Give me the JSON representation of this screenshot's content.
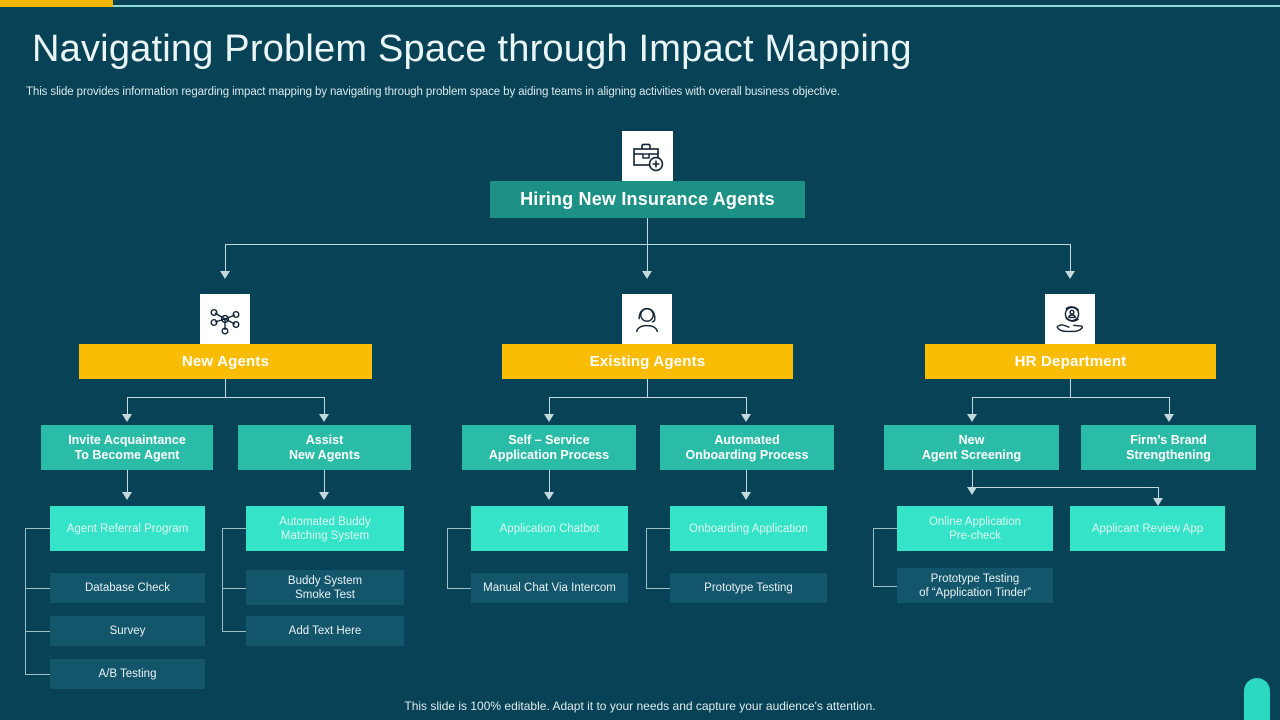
{
  "slide": {
    "title": "Navigating Problem Space through Impact Mapping",
    "subtitle": "This slide provides information regarding impact mapping by navigating through problem space by aiding teams in aligning activities with overall business objective.",
    "footer": "This slide is 100% editable. Adapt it to your needs and capture your audience's attention."
  },
  "colors": {
    "background": "#084257",
    "accent_yellow": "#FBBC04",
    "accent_teal_dark": "#1E9187",
    "accent_teal": "#2BBCA8",
    "accent_teal_bright": "#35E3C8",
    "node_muted": "#13566B",
    "connector": "#C3D9DE",
    "text_light": "#FFFFFF"
  },
  "root": {
    "icon": "briefcase-plus-icon",
    "label": "Hiring New Insurance Agents"
  },
  "branches": [
    {
      "icon": "network-nodes-icon",
      "label": "New Agents",
      "children": [
        {
          "label_line1": "Invite Acquaintance",
          "label_line2": "To Become Agent",
          "leaves": [
            {
              "line1": "Agent Referral Program",
              "line2": "",
              "highlight": true
            },
            {
              "line1": "Database Check",
              "line2": "",
              "highlight": false
            },
            {
              "line1": "Survey",
              "line2": "",
              "highlight": false
            },
            {
              "line1": "A/B Testing",
              "line2": "",
              "highlight": false
            }
          ]
        },
        {
          "label_line1": "Assist",
          "label_line2": "New Agents",
          "leaves": [
            {
              "line1": "Automated Buddy",
              "line2": "Matching System",
              "highlight": true
            },
            {
              "line1": "Buddy System",
              "line2": "Smoke Test",
              "highlight": false
            },
            {
              "line1": "Add Text Here",
              "line2": "",
              "highlight": false
            }
          ]
        }
      ]
    },
    {
      "icon": "headset-agent-icon",
      "label": "Existing Agents",
      "children": [
        {
          "label_line1": "Self – Service",
          "label_line2": "Application Process",
          "leaves": [
            {
              "line1": "Application Chatbot",
              "line2": "",
              "highlight": true
            },
            {
              "line1": "Manual Chat Via Intercom",
              "line2": "",
              "highlight": false
            }
          ]
        },
        {
          "label_line1": "Automated",
          "label_line2": "Onboarding Process",
          "leaves": [
            {
              "line1": "Onboarding Application",
              "line2": "",
              "highlight": true
            },
            {
              "line1": "Prototype Testing",
              "line2": "",
              "highlight": false
            }
          ]
        }
      ]
    },
    {
      "icon": "hand-recruit-icon",
      "label": "HR Department",
      "children": [
        {
          "label_line1": "New",
          "label_line2": "Agent Screening",
          "leaves": [
            {
              "line1": "Online Application",
              "line2": "Pre-check",
              "highlight": true
            },
            {
              "line1": "Prototype Testing",
              "line2": "of “Application Tinder”",
              "highlight": false
            }
          ]
        },
        {
          "label_line1": "Firm’s Brand",
          "label_line2": "Strengthening",
          "leaves": [
            {
              "line1": "Applicant Review App",
              "line2": "",
              "highlight": true
            }
          ]
        }
      ]
    }
  ]
}
